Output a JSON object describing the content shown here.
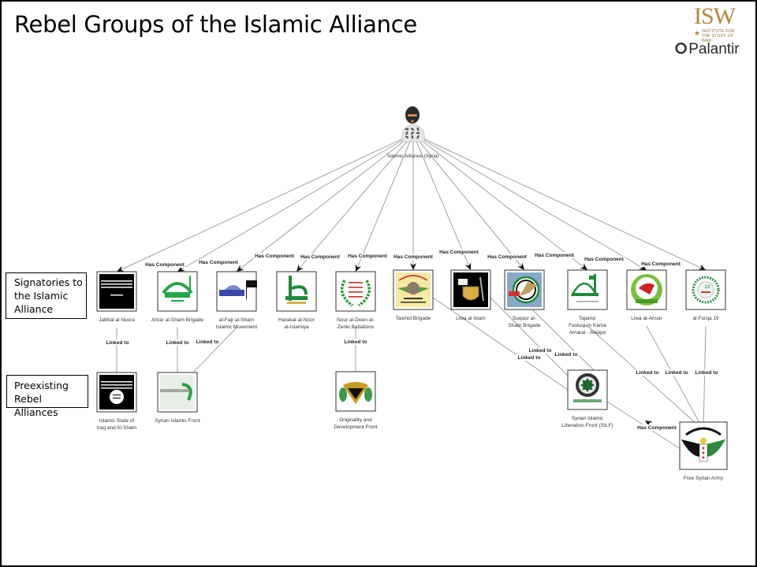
{
  "title": "Rebel Groups of the Islamic Alliance",
  "logos": {
    "isw": {
      "text": "ISW",
      "subtitle": "INSTITUTE FOR THE STUDY OF WAR"
    },
    "palantir": {
      "text": "Palantir"
    }
  },
  "legend": {
    "signatories": "Signatories to\nthe Islamic\nAlliance",
    "preexisting": "Preexisting\nRebel Alliances"
  },
  "root": {
    "id": "root",
    "label": "Islamic Alliance (Syria)",
    "icon": "masked-fighter-icon"
  },
  "signatories": [
    {
      "id": "jn",
      "label": [
        "Jabhat al Nusra"
      ],
      "icon": "black-flag-icon",
      "bg": "#000000",
      "fg": "#ffffff"
    },
    {
      "id": "ahrar",
      "label": [
        "Ahrar al-Sham Brigade"
      ],
      "icon": "green-mosque-logo-icon",
      "bg": "#ffffff",
      "fg": "#22a84a"
    },
    {
      "id": "fajr",
      "label": [
        "al-Fajr al-Sham",
        "Islamic Movement"
      ],
      "icon": "blue-dome-flag-icon",
      "bg": "#ffffff",
      "fg": "#4a55b0"
    },
    {
      "id": "noor",
      "label": [
        "Harakat al-Noor",
        "al-Islamiya"
      ],
      "icon": "green-minaret-icon",
      "bg": "#ffffff",
      "fg": "#1e8a3a"
    },
    {
      "id": "zenki",
      "label": [
        "Nour al-Deen al-",
        "Zenki Battalions"
      ],
      "icon": "laurel-wreath-icon",
      "bg": "#ffffff",
      "fg": "#2a9a3a"
    },
    {
      "id": "tawhid",
      "label": [
        "Tawhid Brigade"
      ],
      "icon": "eagle-emblem-icon",
      "bg": "#f6e9a0",
      "fg": "#c23030"
    },
    {
      "id": "liwa_islam",
      "label": [
        "Liwa al Islam"
      ],
      "icon": "shield-rifle-icon",
      "bg": "#000000",
      "fg": "#d8b040"
    },
    {
      "id": "suqour",
      "label": [
        "Suqour al-",
        "Sham Brigade"
      ],
      "icon": "falcon-emblem-icon",
      "bg": "#8aa8c8",
      "fg": "#c0a060"
    },
    {
      "id": "tajama",
      "label": [
        "Tajama'",
        "Fastuqum Kama",
        "Amarat - Aleppo"
      ],
      "icon": "green-calligraphy-icon",
      "bg": "#ffffff",
      "fg": "#1e8a3a"
    },
    {
      "id": "ansar",
      "label": [
        "Liwa al-Ansar"
      ],
      "icon": "red-bird-emblem-icon",
      "bg": "#ffffff",
      "fg": "#d02020"
    },
    {
      "id": "furqa",
      "label": [
        "al-Furqa 19"
      ],
      "icon": "round-seal-icon",
      "bg": "#ffffff",
      "fg": "#2a8a4a"
    }
  ],
  "alliances": [
    {
      "id": "isis",
      "label": [
        "Islamic State of",
        "Iraq and Al-Sham"
      ],
      "icon": "black-banner-seal-icon",
      "bg": "#000000",
      "fg": "#ffffff"
    },
    {
      "id": "sif",
      "label": [
        "Syrian Islamic Front"
      ],
      "icon": "calligraphy-banner-icon",
      "bg": "#e8efe8",
      "fg": "#2aa040"
    },
    {
      "id": "odf",
      "label": [
        "Originality and",
        "Development Front"
      ],
      "icon": "gold-shield-emblem-icon",
      "bg": "#ffffff",
      "fg": "#c89a20"
    },
    {
      "id": "silf",
      "label": [
        "Syrian Islamic",
        "Liberation Front (SILF)"
      ],
      "icon": "green-star-seal-icon",
      "bg": "#ffffff",
      "fg": "#1a6a2a"
    },
    {
      "id": "fsa",
      "label": [
        "Free Syrian Army"
      ],
      "icon": "winged-flag-emblem-icon",
      "bg": "#ffffff",
      "fg": "#2a8a3a"
    }
  ],
  "edge_labels": {
    "component": "Has Component",
    "linked": "Linked to"
  },
  "edges": [
    {
      "from": "root",
      "to": "jn",
      "type": "component"
    },
    {
      "from": "root",
      "to": "ahrar",
      "type": "component"
    },
    {
      "from": "root",
      "to": "fajr",
      "type": "component"
    },
    {
      "from": "root",
      "to": "noor",
      "type": "component"
    },
    {
      "from": "root",
      "to": "zenki",
      "type": "component"
    },
    {
      "from": "root",
      "to": "tawhid",
      "type": "component"
    },
    {
      "from": "root",
      "to": "liwa_islam",
      "type": "component"
    },
    {
      "from": "root",
      "to": "suqour",
      "type": "component"
    },
    {
      "from": "root",
      "to": "tajama",
      "type": "component"
    },
    {
      "from": "root",
      "to": "ansar",
      "type": "component"
    },
    {
      "from": "root",
      "to": "furqa",
      "type": "component"
    },
    {
      "from": "jn",
      "to": "isis",
      "type": "linked"
    },
    {
      "from": "ahrar",
      "to": "sif",
      "type": "linked"
    },
    {
      "from": "fajr",
      "to": "sif",
      "type": "linked"
    },
    {
      "from": "zenki",
      "to": "odf",
      "type": "linked"
    },
    {
      "from": "tawhid",
      "to": "silf",
      "type": "linked"
    },
    {
      "from": "liwa_islam",
      "to": "silf",
      "type": "linked"
    },
    {
      "from": "suqour",
      "to": "silf",
      "type": "linked"
    },
    {
      "from": "tajama",
      "to": "fsa",
      "type": "linked"
    },
    {
      "from": "ansar",
      "to": "fsa",
      "type": "linked"
    },
    {
      "from": "furqa",
      "to": "fsa",
      "type": "linked"
    },
    {
      "from": "fsa",
      "to": "silf",
      "type": "component"
    }
  ]
}
